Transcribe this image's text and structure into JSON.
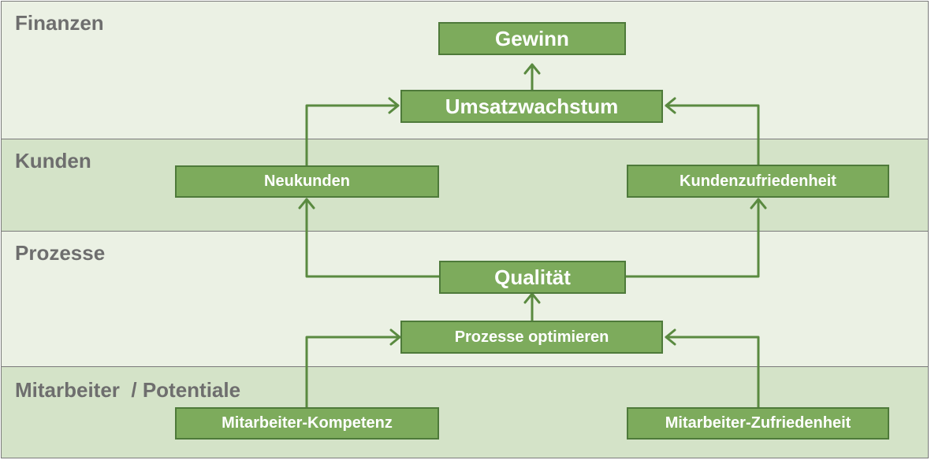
{
  "bands": {
    "finanzen": "Finanzen",
    "kunden": "Kunden",
    "prozesse": "Prozesse",
    "mitarbeiter": "Mitarbeiter  / Potentiale"
  },
  "nodes": {
    "gewinn": "Gewinn",
    "umsatzwachstum": "Umsatzwachstum",
    "neukunden": "Neukunden",
    "kundenzufriedenheit": "Kundenzufriedenheit",
    "qualitaet": "Qualität",
    "prozesse_optimieren": "Prozesse optimieren",
    "mitarbeiter_kompetenz": "Mitarbeiter-Kompetenz",
    "mitarbeiter_zufriedenheit": "Mitarbeiter-Zufriedenheit"
  },
  "colors": {
    "node_fill": "#7dab5c",
    "node_border": "#4e7a3a",
    "arrow": "#5a8a40",
    "band_light": "#ebf1e4",
    "band_dark": "#d4e3c8",
    "label": "#6e6e6e"
  }
}
